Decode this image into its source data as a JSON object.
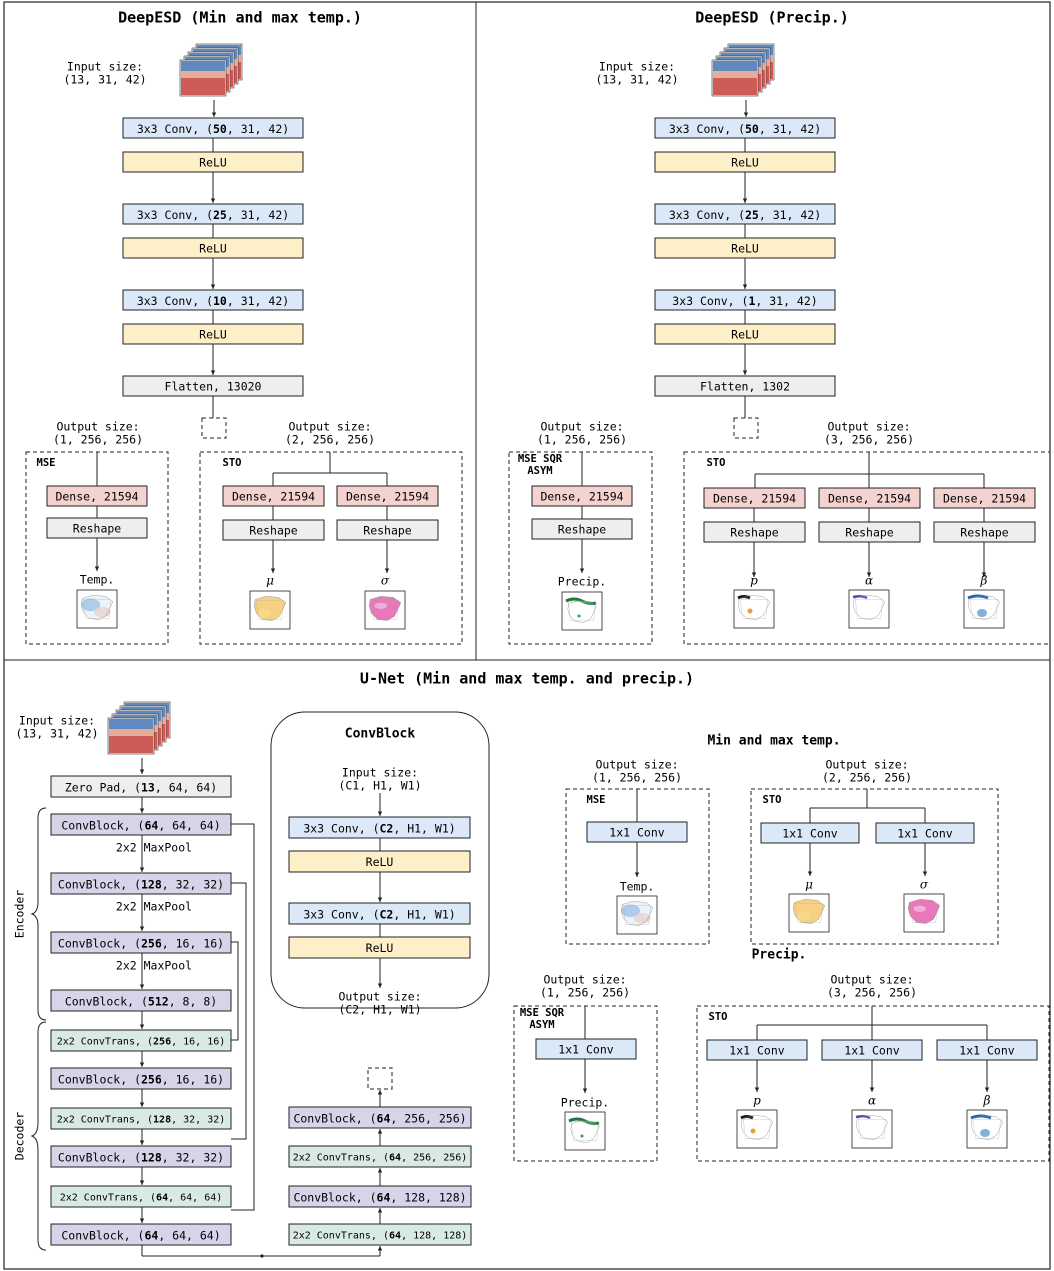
{
  "colors": {
    "conv": "#dbe8f7",
    "relu": "#fdf0c9",
    "flatten": "#eeeeee",
    "dense": "#f4d2d0",
    "reshape": "#eeeeee",
    "convblock": "#d9d3ea",
    "convtrans": "#d9eae6",
    "stroke": "#222222"
  },
  "deepesd_temp": {
    "title": "DeepESD (Min and max temp.)",
    "input": [
      "Input size:",
      "(13, 31, 42)"
    ],
    "layers": [
      {
        "kind": "conv",
        "pre": "3x3 Conv, (",
        "bold": "50",
        "post": ", 31, 42)"
      },
      {
        "kind": "relu",
        "text": "ReLU"
      },
      {
        "kind": "conv",
        "pre": "3x3 Conv, (",
        "bold": "25",
        "post": ", 31, 42)"
      },
      {
        "kind": "relu",
        "text": "ReLU"
      },
      {
        "kind": "conv",
        "pre": "3x3 Conv, (",
        "bold": "10",
        "post": ", 31, 42)"
      },
      {
        "kind": "relu",
        "text": "ReLU"
      },
      {
        "kind": "flatten",
        "text": "Flatten, 13020"
      }
    ],
    "out_left": [
      "Output size:",
      "(1, 256, 256)"
    ],
    "out_right": [
      "Output size:",
      "(2, 256, 256)"
    ],
    "tag_left": "MSE",
    "tag_right": "STO",
    "dense": "Dense, 21594",
    "reshape": "Reshape",
    "outputs_left": [
      "Temp."
    ],
    "outputs_right": [
      "μ",
      "σ"
    ]
  },
  "deepesd_precip": {
    "title": "DeepESD (Precip.)",
    "input": [
      "Input size:",
      "(13, 31, 42)"
    ],
    "layers": [
      {
        "kind": "conv",
        "pre": "3x3 Conv, (",
        "bold": "50",
        "post": ", 31, 42)"
      },
      {
        "kind": "relu",
        "text": "ReLU"
      },
      {
        "kind": "conv",
        "pre": "3x3 Conv, (",
        "bold": "25",
        "post": ", 31, 42)"
      },
      {
        "kind": "relu",
        "text": "ReLU"
      },
      {
        "kind": "conv",
        "pre": "3x3 Conv, (",
        "bold": "1",
        "post": ", 31, 42)"
      },
      {
        "kind": "relu",
        "text": "ReLU"
      },
      {
        "kind": "flatten",
        "text": "Flatten, 1302"
      }
    ],
    "out_left": [
      "Output size:",
      "(1, 256, 256)"
    ],
    "out_right": [
      "Output size:",
      "(3, 256, 256)"
    ],
    "tag_left": [
      "MSE SQR",
      "ASYM"
    ],
    "tag_right": "STO",
    "dense": "Dense, 21594",
    "reshape": "Reshape",
    "outputs_left": [
      "Precip."
    ],
    "outputs_right": [
      "p",
      "α",
      "β"
    ]
  },
  "unet": {
    "title": "U-Net (Min and max temp. and precip.)",
    "input": [
      "Input size:",
      "(13, 31, 42)"
    ],
    "zeropad": {
      "pre": "Zero Pad, (",
      "bold": "13",
      "post": ", 64, 64)"
    },
    "encoder_label": "Encoder",
    "decoder_label": "Decoder",
    "maxpool": "2x2 MaxPool",
    "left_column": [
      {
        "kind": "convblock",
        "pre": "ConvBlock, (",
        "bold": "64",
        "post": ", 64, 64)"
      },
      {
        "kind": "convblock",
        "pre": "ConvBlock, (",
        "bold": "128",
        "post": ", 32, 32)"
      },
      {
        "kind": "convblock",
        "pre": "ConvBlock, (",
        "bold": "256",
        "post": ", 16, 16)"
      },
      {
        "kind": "convblock",
        "pre": "ConvBlock, (",
        "bold": "512",
        "post": ", 8, 8)"
      },
      {
        "kind": "convtrans",
        "pre": "2x2 ConvTrans, (",
        "bold": "256",
        "post": ", 16, 16)"
      },
      {
        "kind": "convblock",
        "pre": "ConvBlock, (",
        "bold": "256",
        "post": ", 16, 16)"
      },
      {
        "kind": "convtrans",
        "pre": "2x2 ConvTrans, (",
        "bold": "128",
        "post": ", 32, 32)"
      },
      {
        "kind": "convblock",
        "pre": "ConvBlock, (",
        "bold": "128",
        "post": ", 32, 32)"
      },
      {
        "kind": "convtrans",
        "pre": "2x2 ConvTrans, (",
        "bold": "64",
        "post": ", 64, 64)"
      },
      {
        "kind": "convblock",
        "pre": "ConvBlock, (",
        "bold": "64",
        "post": ", 64, 64)"
      }
    ],
    "right_column": [
      {
        "kind": "convblock",
        "pre": "ConvBlock, (",
        "bold": "64",
        "post": ", 256, 256)"
      },
      {
        "kind": "convtrans",
        "pre": "2x2 ConvTrans, (",
        "bold": "64",
        "post": ", 256, 256)"
      },
      {
        "kind": "convblock",
        "pre": "ConvBlock, (",
        "bold": "64",
        "post": ", 128, 128)"
      },
      {
        "kind": "convtrans",
        "pre": "2x2 ConvTrans, (",
        "bold": "64",
        "post": ", 128, 128)"
      }
    ],
    "convblock": {
      "title": "ConvBlock",
      "input": [
        "Input size:",
        "(C1, H1, W1)"
      ],
      "conv": {
        "pre": "3x3 Conv, (",
        "bold": "C2",
        "post": ", H1, W1)"
      },
      "relu": "ReLU",
      "output": [
        "Output size:",
        "(C2, H1, W1)"
      ]
    },
    "temp_head": {
      "title": "Min and max temp.",
      "out_left": [
        "Output size:",
        "(1, 256, 256)"
      ],
      "out_right": [
        "Output size:",
        "(2, 256, 256)"
      ],
      "tag_left": "MSE",
      "tag_right": "STO",
      "conv": "1x1 Conv",
      "outputs_left": [
        "Temp."
      ],
      "outputs_right": [
        "μ",
        "σ"
      ]
    },
    "precip_head": {
      "title": "Precip.",
      "out_left": [
        "Output size:",
        "(1, 256, 256)"
      ],
      "out_right": [
        "Output size:",
        "(3, 256, 256)"
      ],
      "tag_left": [
        "MSE SQR",
        "ASYM"
      ],
      "tag_right": "STO",
      "conv": "1x1 Conv",
      "outputs_left": [
        "Precip."
      ],
      "outputs_right": [
        "p",
        "α",
        "β"
      ]
    }
  }
}
